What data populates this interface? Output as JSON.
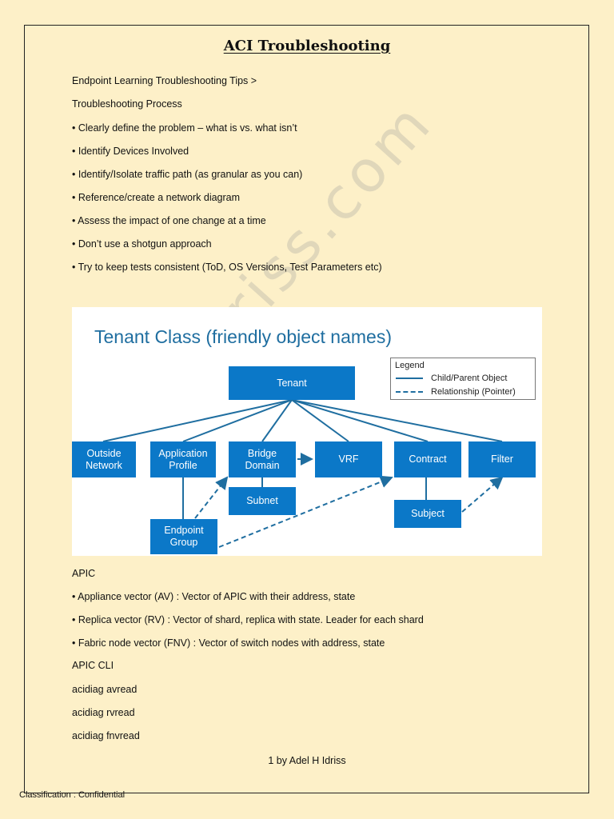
{
  "doc": {
    "title": "ACI Troubleshooting",
    "lines_top": [
      "Endpoint Learning Troubleshooting Tips >",
      "Troubleshooting Process",
      "• Clearly define the problem – what is vs. what isn’t",
      "• Identify Devices Involved",
      "• Identify/Isolate traffic path (as granular as you can)",
      "• Reference/create a network diagram",
      " • Assess the impact of one change at a time",
      "• Don’t use a shotgun approach",
      "• Try to keep tests consistent (ToD, OS Versions, Test Parameters etc)"
    ],
    "lines_bottom": [
      "APIC",
      "• Appliance vector (AV) : Vector of APIC with their address, state",
      " • Replica vector (RV) : Vector of shard, replica with state. Leader for each shard",
      " • Fabric node vector (FNV) : Vector of switch nodes with address, state",
      "APIC CLI",
      "acidiag avread",
      "acidiag rvread",
      "acidiag fnvread"
    ],
    "footer": "1  by Adel H Idriss",
    "classification": "Classification : Confidential",
    "watermark": "adelidriss.com"
  },
  "diagram": {
    "title": "Tenant Class (friendly object names)",
    "legend": {
      "title": "Legend",
      "child_parent": "Child/Parent Object",
      "relationship": "Relationship (Pointer)"
    },
    "boxes": {
      "tenant": "Tenant",
      "outside_network": "Outside\nNetwork",
      "application_profile": "Application\nProfile",
      "bridge_domain": "Bridge\nDomain",
      "vrf": "VRF",
      "contract": "Contract",
      "filter": "Filter",
      "subnet": "Subnet",
      "subject": "Subject",
      "endpoint_group": "Endpoint\nGroup"
    },
    "colors": {
      "box": "#0b78c8",
      "line": "#1f6ea0"
    }
  }
}
